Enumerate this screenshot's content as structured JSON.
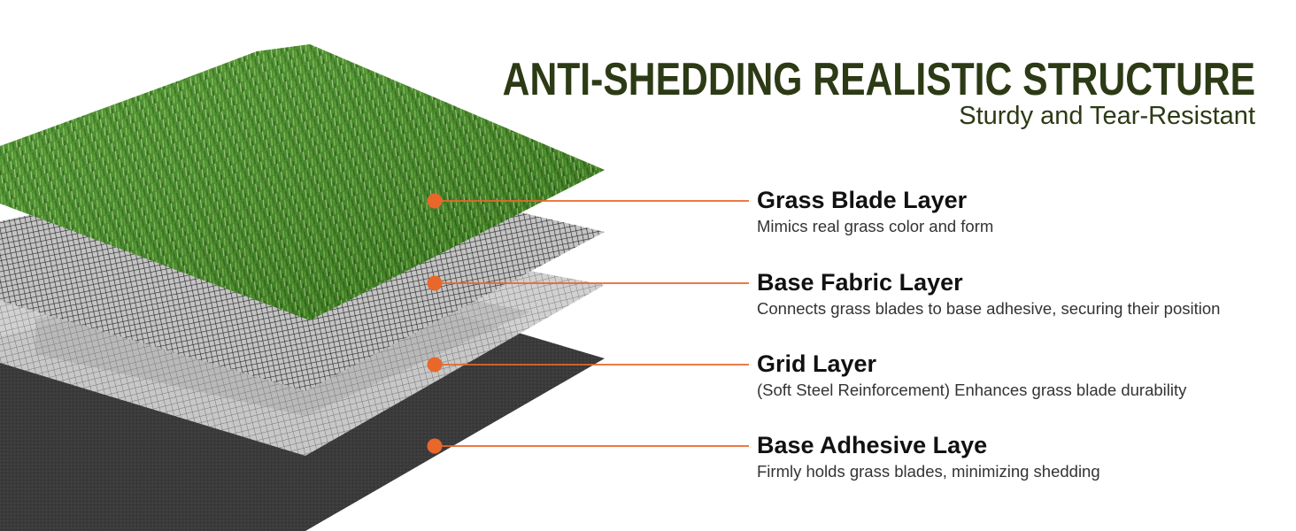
{
  "header": {
    "title": "ANTI-SHEDDING REALISTIC STRUCTURE",
    "subtitle": "Sturdy and Tear-Resistant"
  },
  "layers": [
    {
      "title": "Grass Blade Layer",
      "description": "Mimics real grass color and form"
    },
    {
      "title": "Base Fabric Layer",
      "description": "Connects grass blades to base adhesive, securing their position"
    },
    {
      "title": "Grid Layer",
      "description": "(Soft Steel Reinforcement) Enhances grass blade durability"
    },
    {
      "title": "Base Adhesive Laye",
      "description": "Firmly holds grass blades, minimizing shedding"
    }
  ],
  "colors": {
    "title": "#2c3a15",
    "accent": "#e8672a",
    "grass_dark": "#2f6d14",
    "grass_light": "#6db33f",
    "adhesive": "#3a3a3a"
  }
}
